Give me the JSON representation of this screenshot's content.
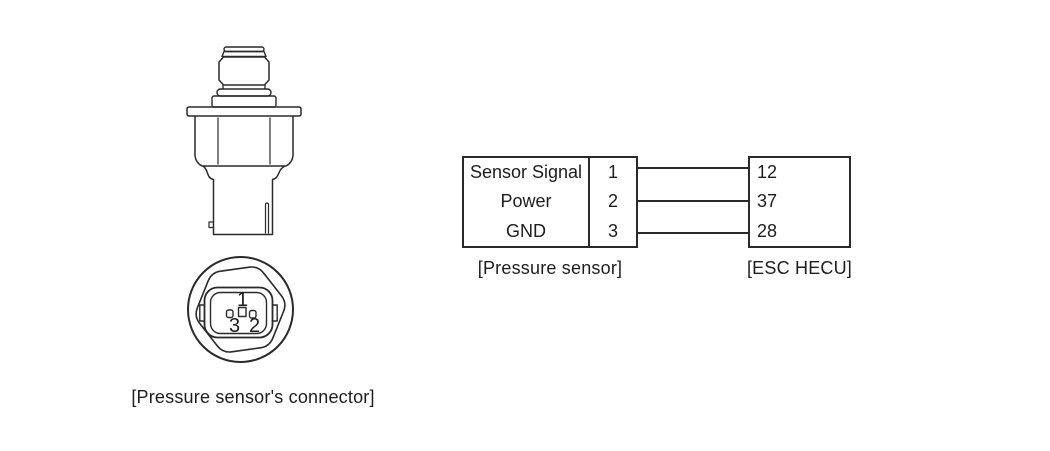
{
  "figure": {
    "connector_caption": "[Pressure sensor's connector]",
    "pins": {
      "pin1": "1",
      "pin2": "2",
      "pin3": "3"
    }
  },
  "wiring": {
    "sensor_box_caption": "[Pressure sensor]",
    "hecu_box_caption": "[ESC HECU]",
    "rows": [
      {
        "signal": "Sensor Signal",
        "sensor_pin": "1",
        "hecu_pin": "12"
      },
      {
        "signal": "Power",
        "sensor_pin": "2",
        "hecu_pin": "37"
      },
      {
        "signal": "GND",
        "sensor_pin": "3",
        "hecu_pin": "28"
      }
    ]
  },
  "colors": {
    "line": "#2a2a2a",
    "text": "#1d1d1d",
    "background": "#ffffff"
  }
}
